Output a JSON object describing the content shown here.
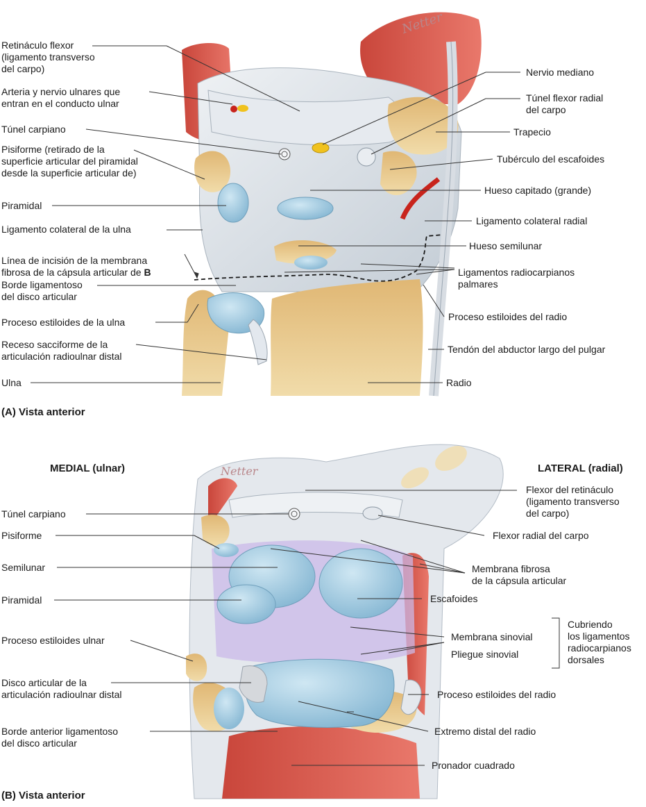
{
  "panel_a": {
    "caption": "(A) Vista anterior",
    "left_labels": [
      "Retináculo flexor\n(ligamento transverso\ndel carpo)",
      "Arteria y nervio ulnares que\nentran en el conducto ulnar",
      "Túnel carpiano",
      "Pisiforme (retirado de la\nsuperficie articular del piramidal\ndesde la superficie articular de)",
      "Piramidal",
      "Ligamento colateral de la ulna",
      "Línea de incisión de la membrana\nfibrosa de la cápsula articular de",
      "Borde ligamentoso\ndel disco articular",
      "Proceso estiloides de la ulna",
      "Receso sacciforme de la\narticulación radioulnar distal",
      "Ulna"
    ],
    "incision_suffix": "B",
    "right_labels": [
      "Nervio mediano",
      "Túnel flexor radial\ndel carpo",
      "Trapecio",
      "Tubérculo del escafoides",
      "Hueso capitado (grande)",
      "Ligamento colateral radial",
      "Hueso semilunar",
      "Ligamentos radiocarpianos\npalmares",
      "Proceso estiloides del radio",
      "Tendón del abductor largo del pulgar",
      "Radio"
    ],
    "signature": "Netter"
  },
  "panel_b": {
    "caption": "(B) Vista anterior",
    "medial_header": "MEDIAL (ulnar)",
    "lateral_header": "LATERAL (radial)",
    "left_labels": [
      "Túnel carpiano",
      "Pisiforme",
      "Semilunar",
      "Piramidal",
      "Proceso estiloides ulnar",
      "Disco articular de la\narticulación radioulnar distal",
      "Borde anterior ligamentoso\ndel disco articular"
    ],
    "right_labels": [
      "Flexor del retináculo\n(ligamento transverso\ndel carpo)",
      "Flexor radial del carpo",
      "Membrana fibrosa\nde la cápsula articular",
      "Escafoides",
      "Membrana sinovial",
      "Pliegue sinovial",
      "Proceso estiloides del radio",
      "Extremo distal del radio",
      "Pronador cuadrado"
    ],
    "bracket_label": "Cubriendo\nlos ligamentos\nradiocarpianos\ndorsales",
    "signature": "Netter"
  },
  "colors": {
    "bone": "#e8c98f",
    "bone_dark": "#d7ad68",
    "muscle": "#d9564a",
    "ligament": "#dfe4ea",
    "ligament_shade": "#b9c2cc",
    "cartilage": "#a9d1e6",
    "synovial": "#c8b6e6",
    "vessel": "#c8241c",
    "nerve": "#f0c21e",
    "leader": "#333333"
  }
}
